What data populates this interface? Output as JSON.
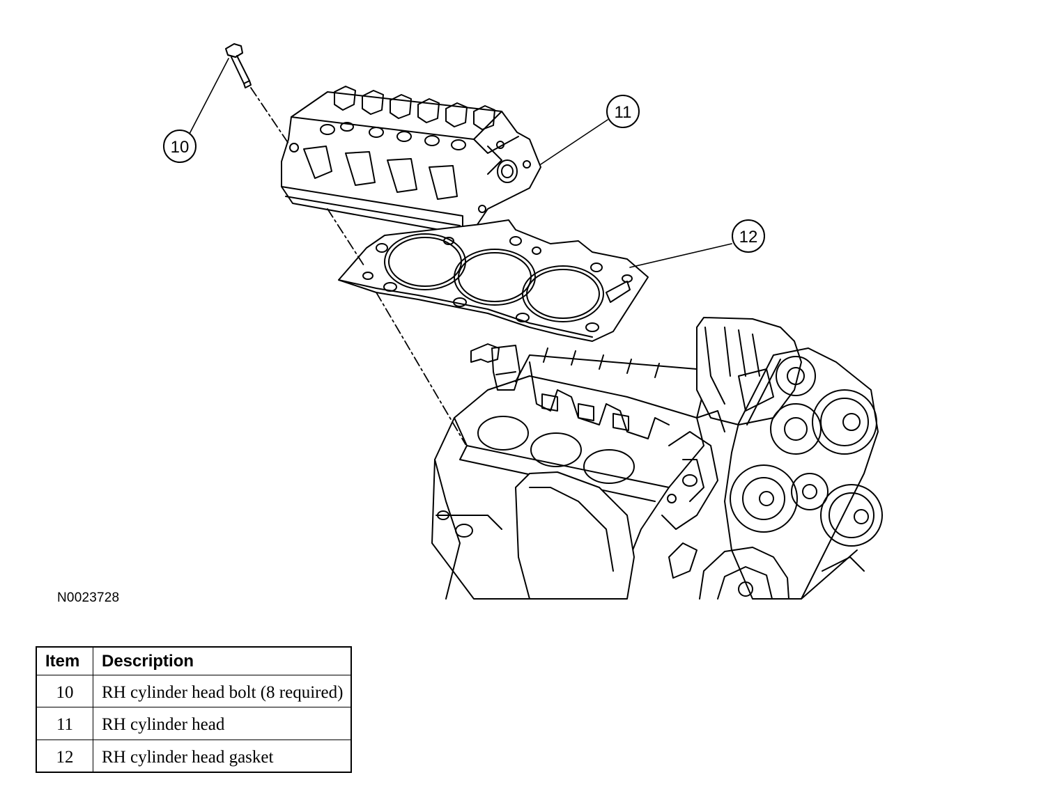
{
  "diagram": {
    "reference_code": "N0023728",
    "callouts": [
      {
        "label": "10"
      },
      {
        "label": "11"
      },
      {
        "label": "12"
      }
    ]
  },
  "legend_table": {
    "headers": {
      "item": "Item",
      "description": "Description"
    },
    "rows": [
      {
        "item": "10",
        "description": "RH cylinder head bolt (8 required)"
      },
      {
        "item": "11",
        "description": "RH cylinder head"
      },
      {
        "item": "12",
        "description": "RH cylinder head gasket"
      }
    ]
  }
}
